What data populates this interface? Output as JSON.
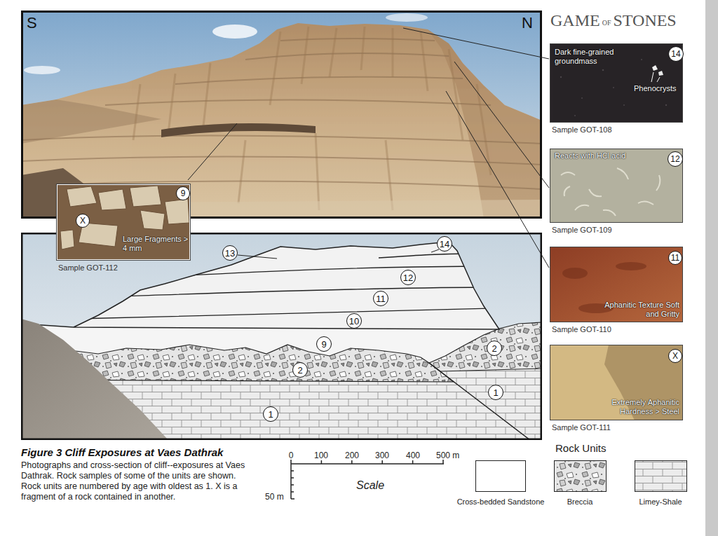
{
  "diagram": {
    "title": "Figure 3 Cliff Exposures at Vaes Dathrak",
    "caption": "Photographs and cross-section of cliff--exposures at Vaes Dathrak. Rock samples of some of the units are shown. Rock units are numbered by age with oldest as 1. X is a fragment of a rock contained in another.",
    "nodes": [
      {
        "text": [
          "Large Fragments > 4 mm",
          "Sample GOT-112"
        ]
      },
      {
        "text": [
          "9"
        ],
        "in": 0
      },
      {
        "text": [
          "X"
        ],
        "in": 0
      },
      {
        "text": [
          "Dark fine-grained groundmass",
          "Phenocrysts",
          "Sample GOT-108"
        ]
      },
      {
        "text": [
          "14"
        ],
        "in": 3
      },
      {
        "text": [
          "Reacts with HCl acid",
          "Sample GOT-109"
        ]
      },
      {
        "text": [
          "12"
        ],
        "in": 5
      },
      {
        "text": [
          "Aphanitic Texture Soft and Gritty",
          "Sample GOT-110"
        ]
      },
      {
        "text": [
          "11"
        ],
        "in": 7
      },
      {
        "text": [
          "Extremely Aphanitic Hardness > Steel",
          "Sample GOT-111"
        ]
      },
      {
        "text": [
          "X"
        ],
        "in": 9
      },
      {
        "text": [
          "14"
        ]
      },
      {
        "text": [
          "13"
        ]
      },
      {
        "text": [
          "12"
        ]
      },
      {
        "text": [
          "11"
        ]
      },
      {
        "text": [
          "10"
        ]
      },
      {
        "text": [
          "9"
        ]
      },
      {
        "text": [
          "2"
        ]
      },
      {
        "text": [
          "2"
        ]
      },
      {
        "text": [
          "1"
        ]
      },
      {
        "text": [
          "1"
        ]
      }
    ],
    "labels": [
      "GAME",
      "OF",
      "STONES",
      "S",
      "N",
      "Rock Units",
      "0",
      "100",
      "200",
      "300",
      "400",
      "500 m",
      "Scale",
      "50 m"
    ],
    "legend": [
      {
        "text": "Cross-bedded Sandstone",
        "color": "#ffffff"
      },
      {
        "text": "Breccia"
      },
      {
        "text": "Limey-Shale"
      }
    ]
  }
}
